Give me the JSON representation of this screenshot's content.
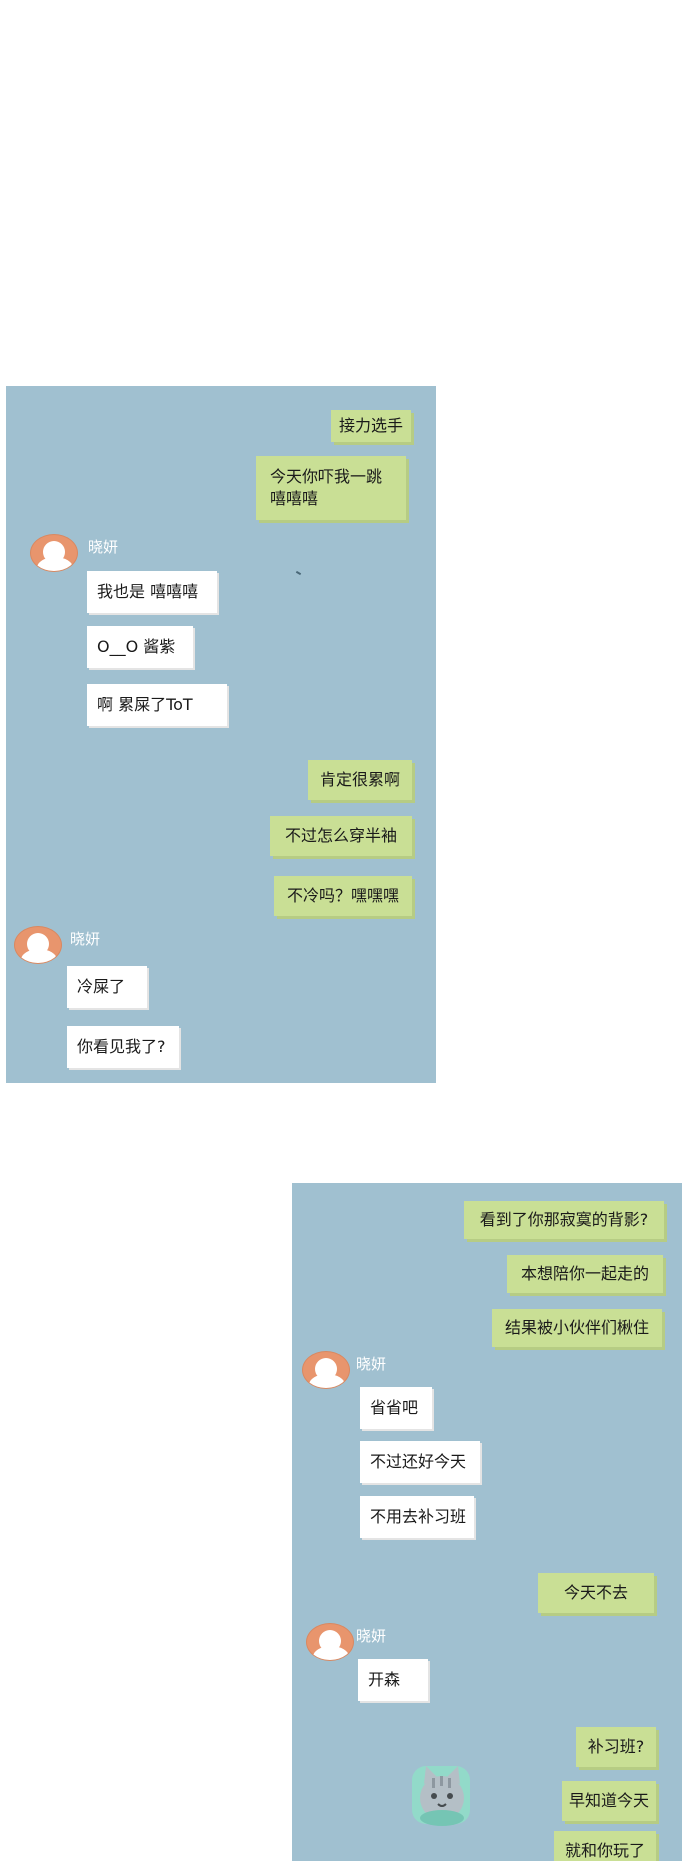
{
  "panel1": {
    "messages": [
      {
        "side": "out",
        "text": "接力选手"
      },
      {
        "side": "out",
        "lines": [
          "今天你吓我一跳",
          "嘻嘻嘻"
        ]
      },
      {
        "side": "in",
        "text": "我也是 嘻嘻嘻"
      },
      {
        "side": "in",
        "text": "O__O 酱紫"
      },
      {
        "side": "in",
        "text": "啊 累屎了ToT"
      },
      {
        "side": "out",
        "text": "肯定很累啊"
      },
      {
        "side": "out",
        "text": "不过怎么穿半袖"
      },
      {
        "side": "out",
        "text": "不冷吗？嘿嘿嘿"
      },
      {
        "side": "in",
        "text": "冷屎了"
      },
      {
        "side": "in",
        "text": "你看见我了?"
      }
    ],
    "sender_names": [
      "晓妍",
      "晓妍"
    ]
  },
  "panel2": {
    "messages": [
      {
        "side": "out",
        "text": "看到了你那寂寞的背影?"
      },
      {
        "side": "out",
        "text": "本想陪你一起走的"
      },
      {
        "side": "out",
        "text": "结果被小伙伴们楸住"
      },
      {
        "side": "in",
        "text": "省省吧"
      },
      {
        "side": "in",
        "text": "不过还好今天"
      },
      {
        "side": "in",
        "text": "不用去补习班"
      },
      {
        "side": "out",
        "text": "今天不去"
      },
      {
        "side": "in",
        "text": "开森"
      },
      {
        "side": "out",
        "text": "补习班?"
      },
      {
        "side": "out",
        "text": "早知道今天"
      },
      {
        "side": "out",
        "text": "就和你玩了"
      }
    ],
    "sender_names": [
      "晓妍",
      "晓妍"
    ]
  },
  "colors": {
    "panel_bg": "#a0c0d0",
    "outgoing_bubble": "#c9df95",
    "incoming_bubble": "#ffffff",
    "avatar": "#e8956d"
  }
}
